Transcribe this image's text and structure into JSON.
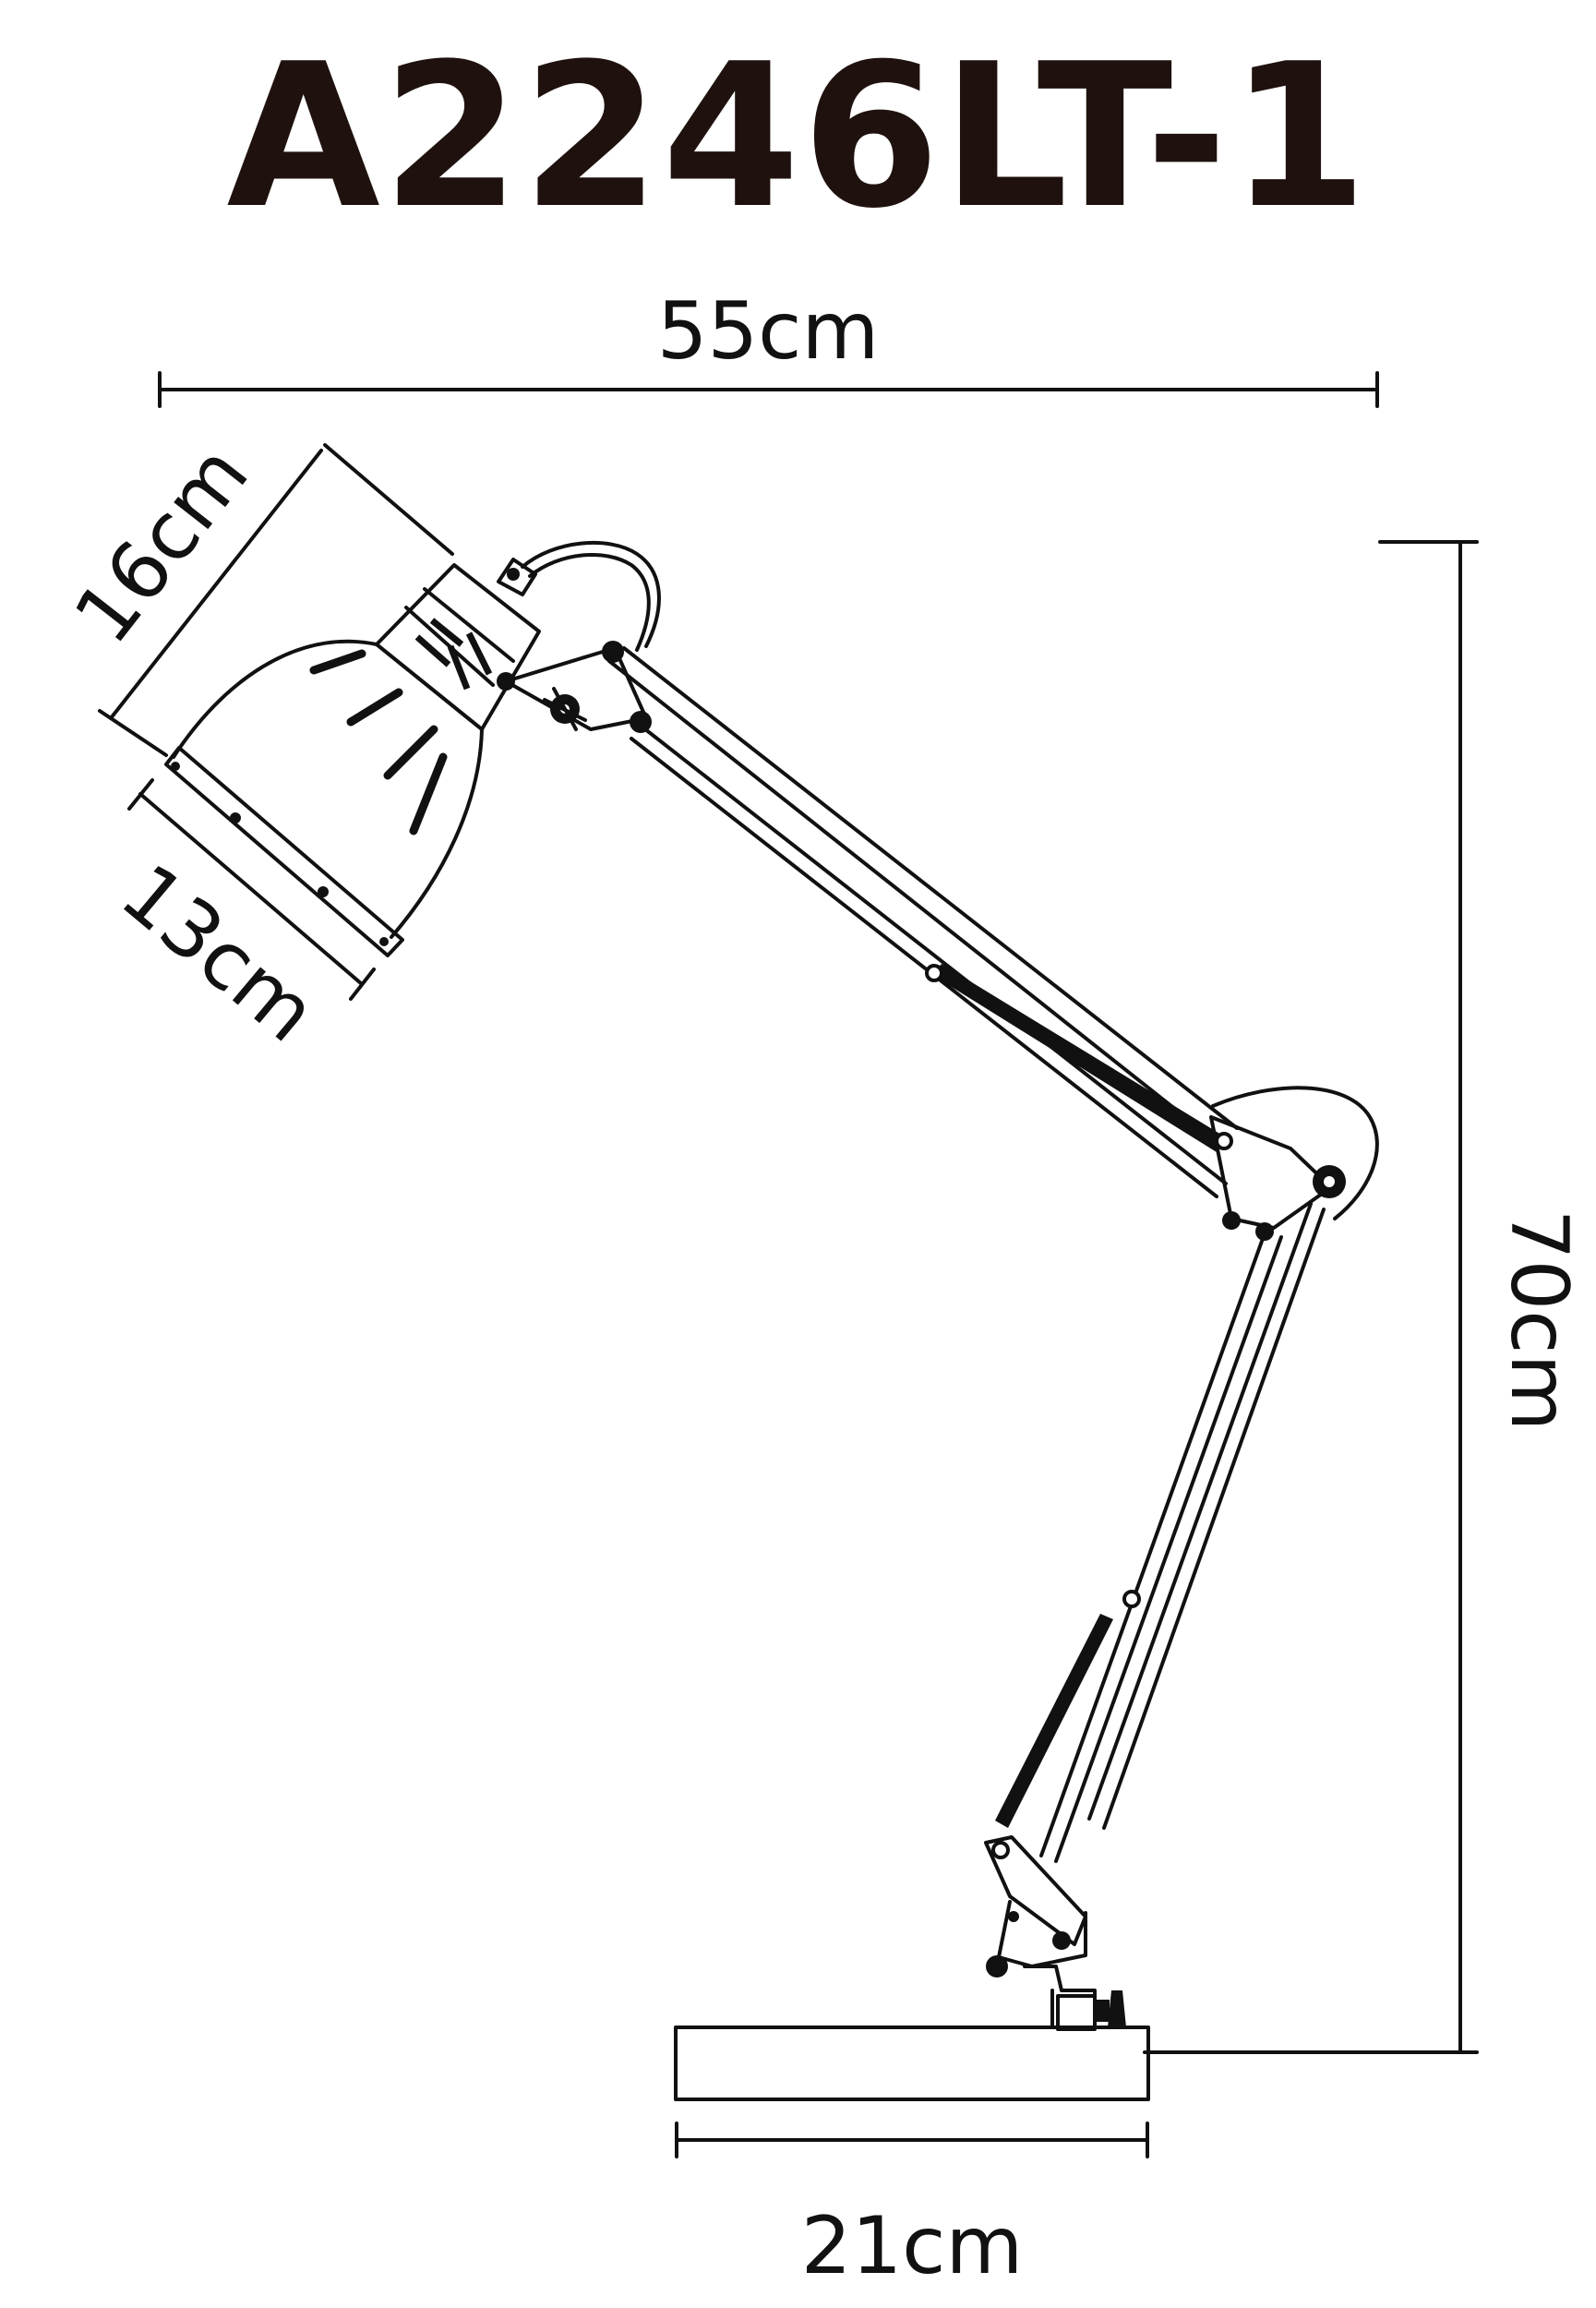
{
  "title": "A2246LT-1",
  "dimensions": {
    "overall_width": "55cm",
    "overall_height": "70cm",
    "shade_length": "16cm",
    "shade_diameter": "13cm",
    "base_width": "21cm"
  }
}
